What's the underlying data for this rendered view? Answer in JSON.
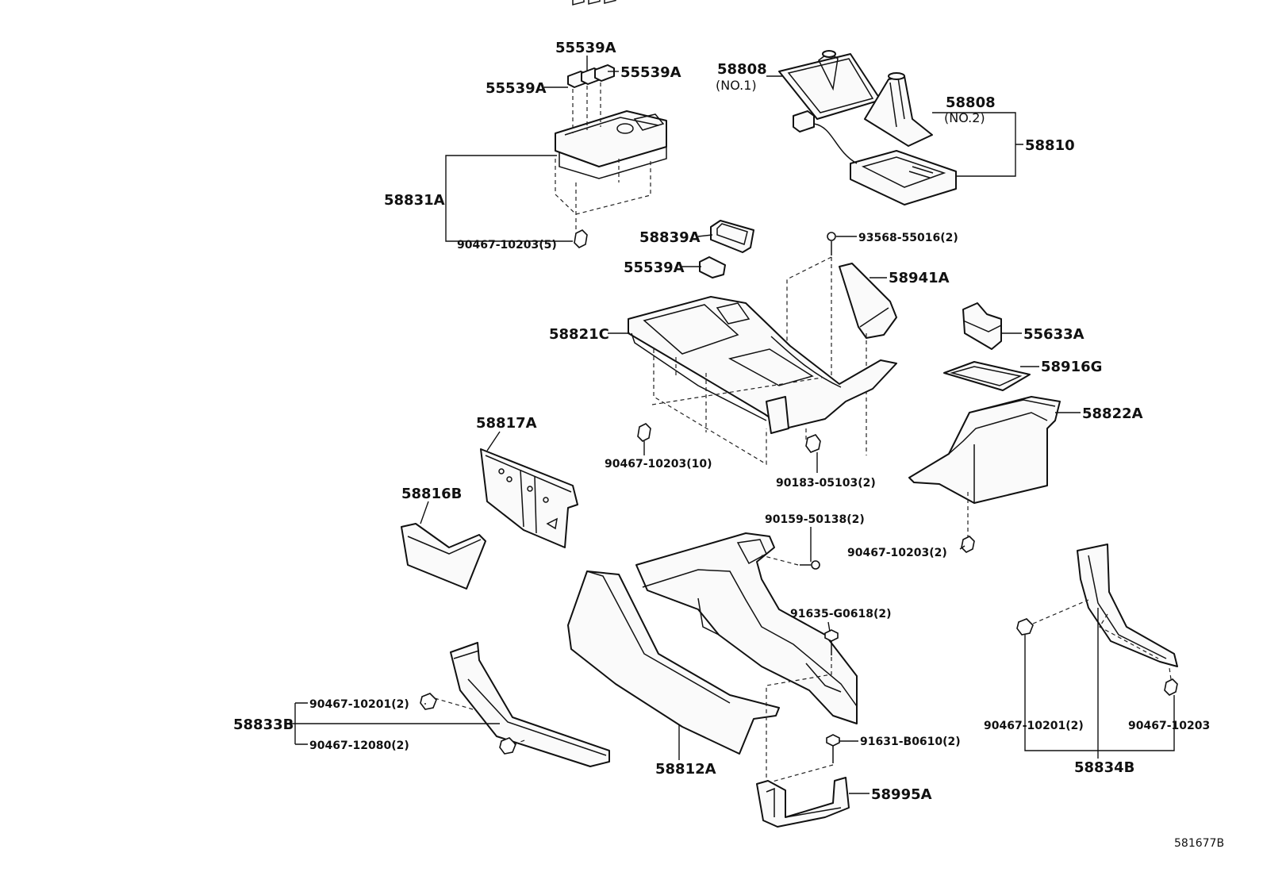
{
  "diagram_id": "581677B",
  "labels": {
    "p55539A_top": "55539A",
    "p55539A_right": "55539A",
    "p55539A_left": "55539A",
    "p58808_no1": "58808",
    "p58808_no1_sub": "(NO.1)",
    "p58808_no2": "58808",
    "p58808_no2_sub": "(NO.2)",
    "p58810": "58810",
    "p58831A": "58831A",
    "p90467_10203_5": "90467-10203(5)",
    "p58839A": "58839A",
    "p55539A_mid": "55539A",
    "p93568_55016": "93568-55016(2)",
    "p58941A": "58941A",
    "p58821C": "58821C",
    "p55633A": "55633A",
    "p58916G": "58916G",
    "p58822A": "58822A",
    "p58817A": "58817A",
    "p90467_10203_10": "90467-10203(10)",
    "p90183_05103": "90183-05103(2)",
    "p58816B": "58816B",
    "p90159_50138": "90159-50138(2)",
    "p90467_10203_2": "90467-10203(2)",
    "p91635_G0618": "91635-G0618(2)",
    "p90467_10201_left": "90467-10201(2)",
    "p58833B": "58833B",
    "p90467_12080": "90467-12080(2)",
    "p58812A": "58812A",
    "p91631_B0610": "91631-B0610(2)",
    "p58995A": "58995A",
    "p90467_10201_right": "90467-10201(2)",
    "p90467_10203_right": "90467-10203",
    "p58834B": "58834B"
  }
}
